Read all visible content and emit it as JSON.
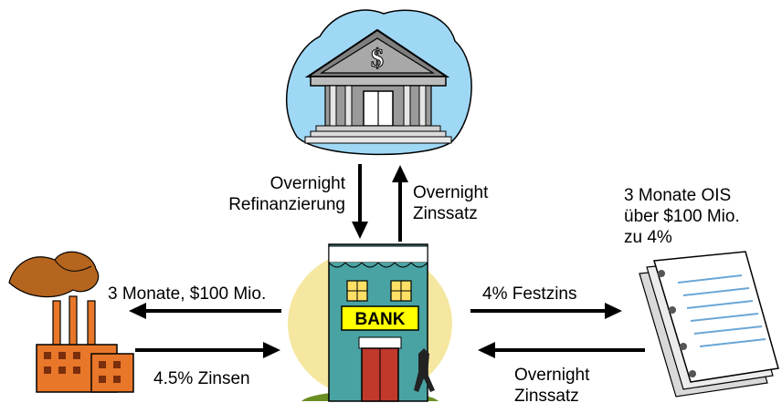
{
  "labels": {
    "overnight_refinancing": [
      "Overnight",
      "Refinanzierung"
    ],
    "overnight_rate_top": [
      "Overnight",
      "Zinssatz"
    ],
    "ois_contract": [
      "3 Monate OIS",
      "über $100 Mio.",
      "zu 4%"
    ],
    "loan_to_company": "3 Monate, $100 Mio.",
    "interest_from_company": "4.5% Zinsen",
    "fixed_rate": "4% Festzins",
    "overnight_rate_bottom": [
      "Overnight",
      "Zinssatz"
    ],
    "bank_sign": "BANK"
  },
  "icons": {
    "central_bank": "central-bank-building-icon",
    "commercial_bank": "commercial-bank-building-icon",
    "factory": "factory-icon",
    "contract": "contract-documents-icon"
  },
  "colors": {
    "text": "#000000",
    "arrow": "#000000",
    "bank_sign": "#ffff00",
    "bank_wall": "#4aa3a3",
    "bank_door": "#c0392b",
    "factory": "#e8772a",
    "sky": "#9fd8f5",
    "halo": "#f5e7a0"
  }
}
